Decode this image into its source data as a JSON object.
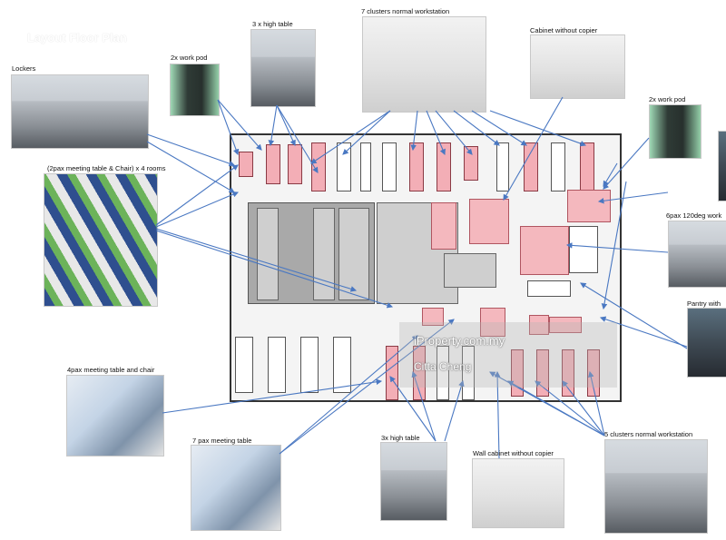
{
  "title": "Layout Floor Plan",
  "labels": {
    "lockers": "Lockers",
    "work_pod_left": "2x work pod",
    "high_table_top": "3 x high table",
    "clusters_7": "7 clusters normal workstation",
    "cabinet_top": "Cabinet without copier",
    "work_pod_right": "2x work pod",
    "meeting_rooms_2pax": "(2pax meeting table & Chair) x 4 rooms",
    "sixpax_120deg": "6pax 120deg work",
    "pantry": "Pantry with",
    "meeting_table_chair": "4pax meeting table and chair",
    "meeting_table_7pax": "7 pax meeting table",
    "high_table_bottom": "3x high table",
    "wall_cabinet": "Wall cabinet without copier",
    "clusters_5": "5 clusters normal workstation"
  },
  "watermark": {
    "brand": "iProperty.com.my",
    "agent": "Citta Cheng"
  },
  "colors": {
    "arrow": "#4a78c2",
    "highlight": "#f4b8be",
    "core": "#a9a9a9"
  }
}
